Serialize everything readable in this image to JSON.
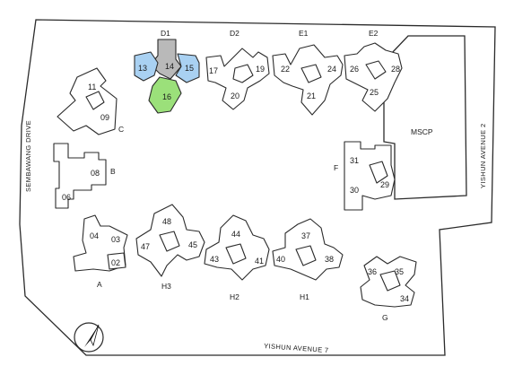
{
  "roads": {
    "left": "SEMBAWANG DRIVE",
    "right": "YISHUN AVENUE 2",
    "bottom": "YISHUN AVENUE 7"
  },
  "facility": {
    "label": "MSCP"
  },
  "blocks": {
    "C": {
      "label": "C",
      "units": [
        "11",
        "09"
      ]
    },
    "B": {
      "label": "B",
      "units": [
        "08",
        "06"
      ]
    },
    "A": {
      "label": "A",
      "units": [
        "04",
        "03",
        "02"
      ]
    },
    "D1": {
      "label": "D1",
      "units": [
        "13",
        "14",
        "15",
        "16"
      ]
    },
    "D2": {
      "label": "D2",
      "units": [
        "17",
        "19",
        "20"
      ]
    },
    "E1": {
      "label": "E1",
      "units": [
        "22",
        "21",
        "24"
      ]
    },
    "E2": {
      "label": "E2",
      "units": [
        "26",
        "28",
        "25"
      ]
    },
    "F": {
      "label": "F",
      "units": [
        "31",
        "30",
        "29"
      ]
    },
    "H3": {
      "label": "H3",
      "units": [
        "48",
        "47",
        "45"
      ]
    },
    "H2": {
      "label": "H2",
      "units": [
        "44",
        "43",
        "41"
      ]
    },
    "H1": {
      "label": "H1",
      "units": [
        "37",
        "40",
        "38"
      ]
    },
    "G": {
      "label": "G",
      "units": [
        "36",
        "35",
        "34"
      ]
    }
  },
  "highlights": {
    "grey": "#b9b9b9",
    "blue": "#a9d1f2",
    "green": "#9be07a"
  },
  "compass": {
    "icon": "north-arrow-icon"
  }
}
